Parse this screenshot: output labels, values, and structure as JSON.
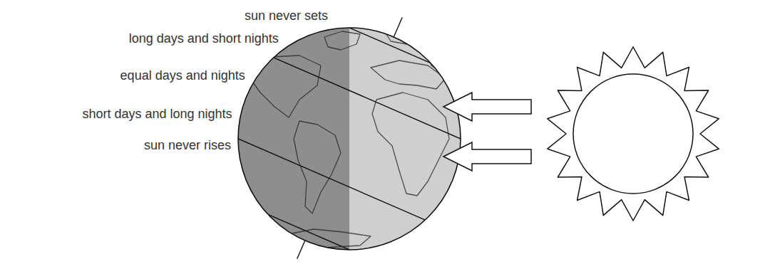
{
  "diagram": {
    "labels": [
      "sun never sets",
      "long days and short nights",
      "equal days and nights",
      "short days and long nights",
      "sun never rises"
    ]
  }
}
